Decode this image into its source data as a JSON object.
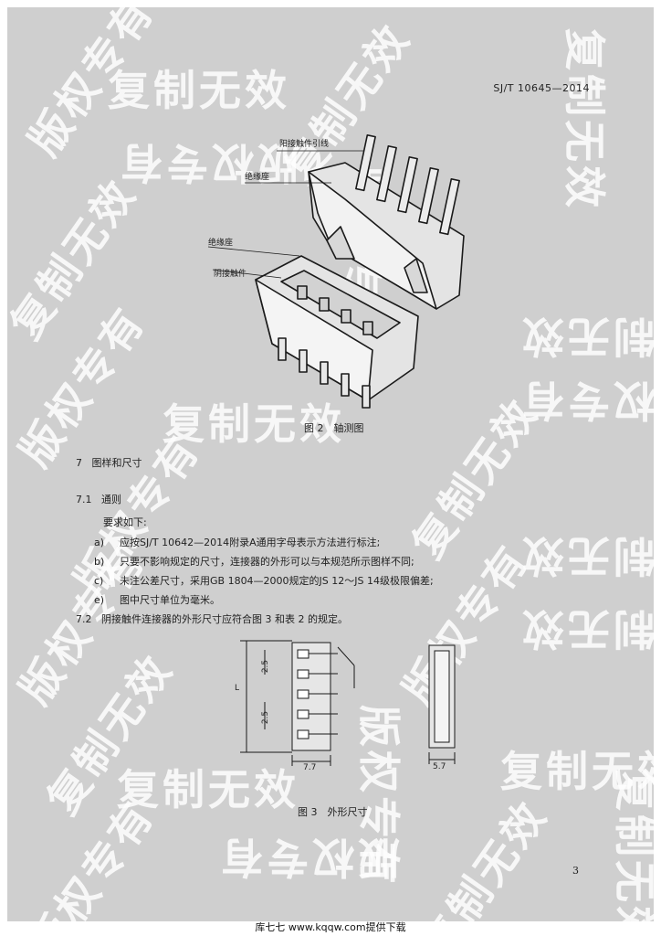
{
  "header": {
    "standard_no": "SJ/T 10645—2014"
  },
  "watermark": {
    "text_a": "复制无效",
    "text_b": "版权专有"
  },
  "figure2": {
    "label_pin_lead": "阳接触件引线",
    "label_insulator_top": "绝缘座",
    "label_insulator_bottom": "绝缘座",
    "label_female_contact": "阴接触件",
    "caption": "图 2　轴测图"
  },
  "section7": {
    "number": "7",
    "title": "图样和尺寸"
  },
  "section71": {
    "number": "7.1",
    "title": "通则",
    "intro": "要求如下:",
    "items": [
      {
        "mark": "a)",
        "text": "应按SJ/T 10642—2014附录A通用字母表示方法进行标注;"
      },
      {
        "mark": "b)",
        "text": "只要不影响规定的尺寸，连接器的外形可以与本规范所示图样不同;"
      },
      {
        "mark": "c)",
        "text": "未注公差尺寸，采用GB 1804—2000规定的JS 12～JS 14级极限偏差;"
      },
      {
        "mark": "e)",
        "text": "图中尺寸单位为毫米。"
      }
    ]
  },
  "section72": {
    "number": "7.2",
    "text": "阴接触件连接器的外形尺寸应符合图 3 和表 2 的规定。"
  },
  "figure3": {
    "dim_pitch_top": "2.5",
    "dim_pitch_bottom": "2.5",
    "dim_length": "L",
    "dim_width": "7.7",
    "dim_side_width": "5.7",
    "caption": "图 3　外形尺寸"
  },
  "page_number": "3",
  "footer": {
    "text": "库七七 www.kqqw.com提供下载"
  }
}
